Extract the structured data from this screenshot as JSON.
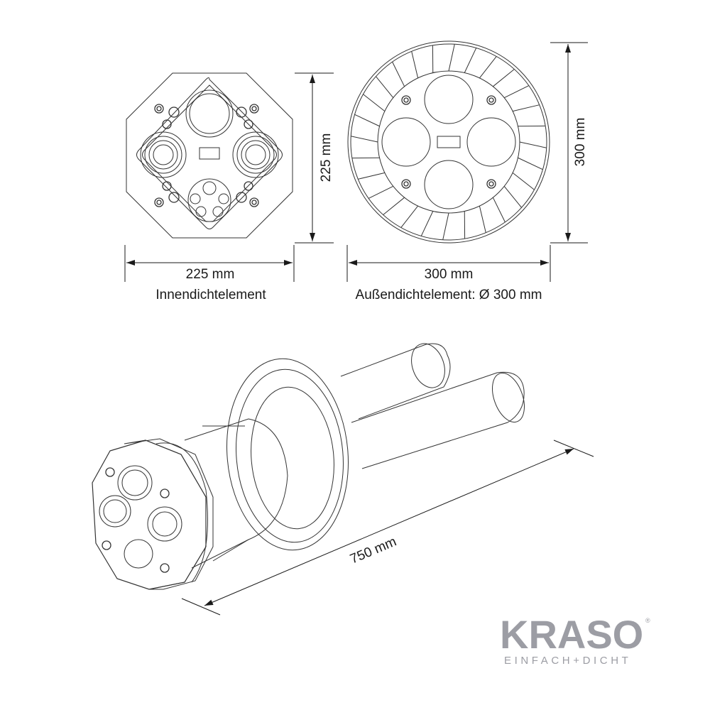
{
  "dimensions": {
    "inner_width": "225 mm",
    "inner_height": "225 mm",
    "outer_width": "300 mm",
    "outer_height": "300 mm",
    "length": "750 mm"
  },
  "captions": {
    "inner": "Innendichtelement",
    "outer": "Außendichtelement: Ø 300 mm"
  },
  "logo": {
    "brand": "KRASO",
    "registered": "®",
    "tagline": "EINFACH+DICHT"
  },
  "colors": {
    "line": "#1a1a1a",
    "logo": "#9c9da4"
  }
}
